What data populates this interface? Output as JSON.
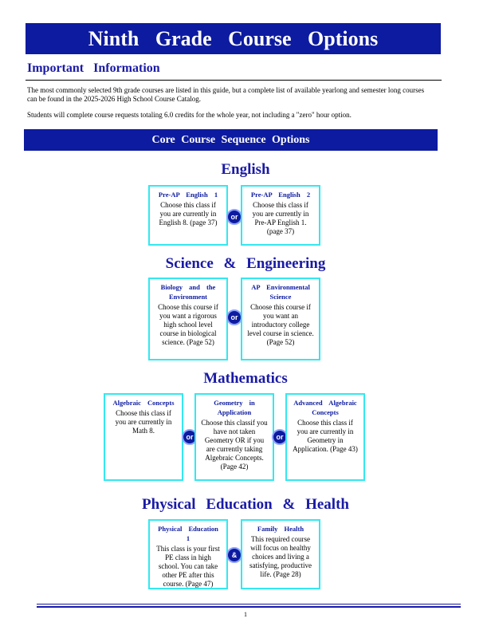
{
  "header": {
    "title": "Ninth Grade Course Options"
  },
  "info": {
    "heading": "Important Information",
    "paragraph1": "The most commonly selected 9th grade courses are listed in this guide, but a complete list of available yearlong and semester long courses can be found in the 2025-2026 High School Course Catalog.",
    "paragraph2": "Students will complete course requests totaling 6.0 credits for the whole year, not including a \"zero\" hour option."
  },
  "core": {
    "heading": "Core Course Sequence Options"
  },
  "subjects": {
    "english": {
      "name": "English",
      "courses": [
        {
          "title": "Pre-AP English 1",
          "desc": "Choose this class if you are currently in English 8. (page 37)"
        },
        {
          "title": "Pre-AP English 2",
          "desc": "Choose this class if you are currently in Pre-AP English 1.(page 37)"
        }
      ],
      "connector": "or"
    },
    "science": {
      "name": "Science & Engineering",
      "courses": [
        {
          "title": "Biology and the Environment",
          "desc": "Choose this course if you want a rigorous high school level course in biological science. (Page 52)"
        },
        {
          "title": "AP Environmental Science",
          "desc": "Choose this course if you want an introductory college level course in science. (Page 52)"
        }
      ],
      "connector": "or"
    },
    "math": {
      "name": "Mathematics",
      "courses": [
        {
          "title": "Algebraic Concepts",
          "desc": "Choose this class if you are currently in Math 8."
        },
        {
          "title": "Geometry in Application",
          "desc": "Choose this classif you have not taken Geometry OR if you are currently taking Algebraic Concepts. (Page 42)"
        },
        {
          "title": "Advanced Algebraic Concepts",
          "desc": "Choose this class if you are currently in Geometry in Application. (Page 43)"
        }
      ],
      "connector1": "or",
      "connector2": "or"
    },
    "pe": {
      "name": "Physical Education & Health",
      "courses": [
        {
          "title": "Physical Education 1",
          "desc": "This class is your first PE class in high school. You can take other PE after this course. (Page 47)"
        },
        {
          "title": "Family Health",
          "desc": "This required course will focus on healthy choices and living a satisfying, productive life. (Page 28)"
        }
      ],
      "connector": "&"
    }
  },
  "footer": {
    "page_number": "1"
  },
  "colors": {
    "banner": "#0d1ba0",
    "heading_text": "#1a1aa6",
    "box_border": "#33e8f0"
  }
}
